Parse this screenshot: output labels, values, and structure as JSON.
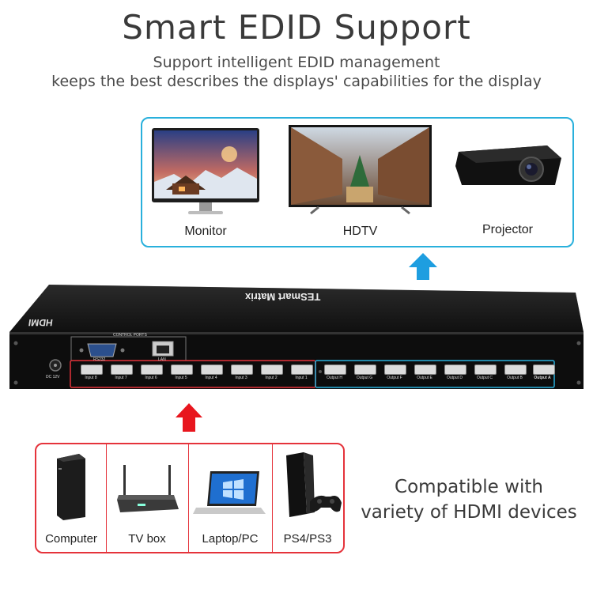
{
  "header": {
    "title": "Smart EDID Support",
    "subtitle_line1": "Support intelligent EDID management",
    "subtitle_line2": "keeps the best describes the displays' capabilities for the display"
  },
  "displays": [
    {
      "label": "Monitor"
    },
    {
      "label": "HDTV"
    },
    {
      "label": "Projector"
    }
  ],
  "device": {
    "brand_text": "HDMI",
    "product_text": "TESmart Matrix",
    "control_ports_label": "CONTROL PORTS",
    "rs232_label": "RS232",
    "lan_label": "LAN",
    "dc_label": "DC 12V",
    "inputs": [
      "Input 8",
      "Input 7",
      "Input 6",
      "Input 5",
      "Input 4",
      "Input 3",
      "Input 2",
      "Input 1"
    ],
    "outputs": [
      "Output H",
      "Output G",
      "Output F",
      "Output E",
      "Output D",
      "Output C",
      "Output B",
      "Output A"
    ]
  },
  "sources": [
    {
      "label": "Computer"
    },
    {
      "label": "TV box"
    },
    {
      "label": "Laptop/PC"
    },
    {
      "label": "PS4/PS3"
    }
  ],
  "compat": {
    "line1": "Compatible with",
    "line2": "variety of HDMI devices"
  },
  "colors": {
    "output_highlight": "#29b0dc",
    "input_highlight": "#e5333b",
    "arrow_up_blue": "#1e9ee0",
    "arrow_up_red": "#e8161e"
  }
}
